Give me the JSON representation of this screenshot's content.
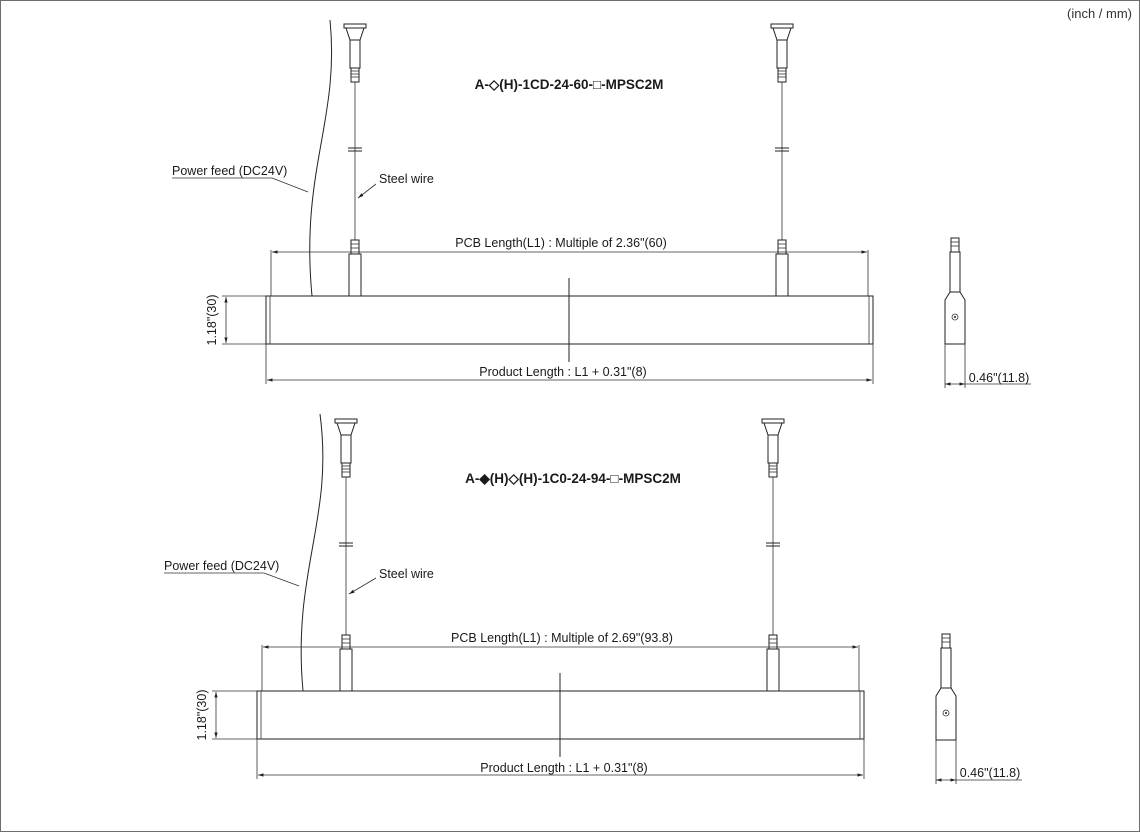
{
  "units_label": "(inch / mm)",
  "drawings": [
    {
      "model_code": "A-◇(H)-1CD-24-60-□-MPSC2M",
      "power_feed_label": "Power feed (DC24V)",
      "steel_wire_label": "Steel wire",
      "pcb_length_label": "PCB Length(L1) : Multiple of 2.36\"(60)",
      "product_length_label": "Product Length : L1 + 0.31\"(8)",
      "height_label": "1.18\"(30)",
      "width_label": "0.46\"(11.8)"
    },
    {
      "model_code": "A-◆(H)◇(H)-1C0-24-94-□-MPSC2M",
      "power_feed_label": "Power feed (DC24V)",
      "steel_wire_label": "Steel wire",
      "pcb_length_label": "PCB Length(L1) : Multiple of 2.69\"(93.8)",
      "product_length_label": "Product Length : L1 + 0.31\"(8)",
      "height_label": "1.18\"(30)",
      "width_label": "0.46\"(11.8)"
    }
  ]
}
